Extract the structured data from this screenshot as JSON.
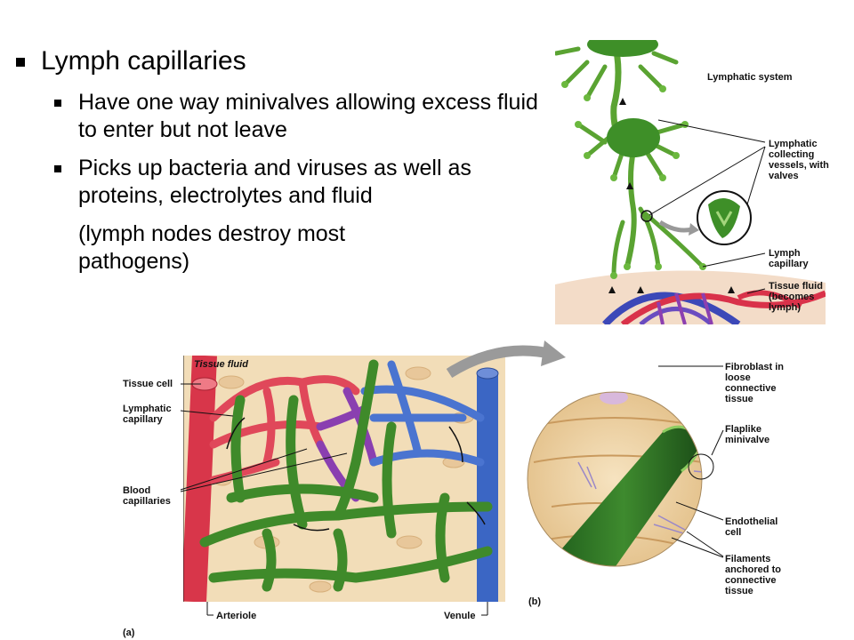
{
  "bullets": {
    "main": "Lymph capillaries",
    "sub1": "Have one way minivalves allowing excess fluid to enter but not leave",
    "sub2": "Picks up bacteria and viruses as well as proteins, electrolytes and fluid",
    "sub3": "(lymph nodes destroy most pathogens)"
  },
  "top_figure": {
    "lymphatic_system": "Lymphatic system",
    "collecting_vessels": "Lymphatic collecting vessels, with valves",
    "lymph_capillary": "Lymph capillary",
    "tissue_fluid": "Tissue fluid (becomes lymph)"
  },
  "figure_a": {
    "tissue_fluid": "Tissue fluid",
    "tissue_cell": "Tissue cell",
    "lymphatic_capillary": "Lymphatic capillary",
    "blood_capillaries": "Blood capillaries",
    "arteriole": "Arteriole",
    "venule": "Venule",
    "panel": "(a)"
  },
  "figure_b": {
    "fibroblast": "Fibroblast in loose connective tissue",
    "flaplike": "Flaplike minivalve",
    "endothelial": "Endothelial cell",
    "filaments": "Filaments anchored to connective tissue",
    "panel": "(b)"
  }
}
